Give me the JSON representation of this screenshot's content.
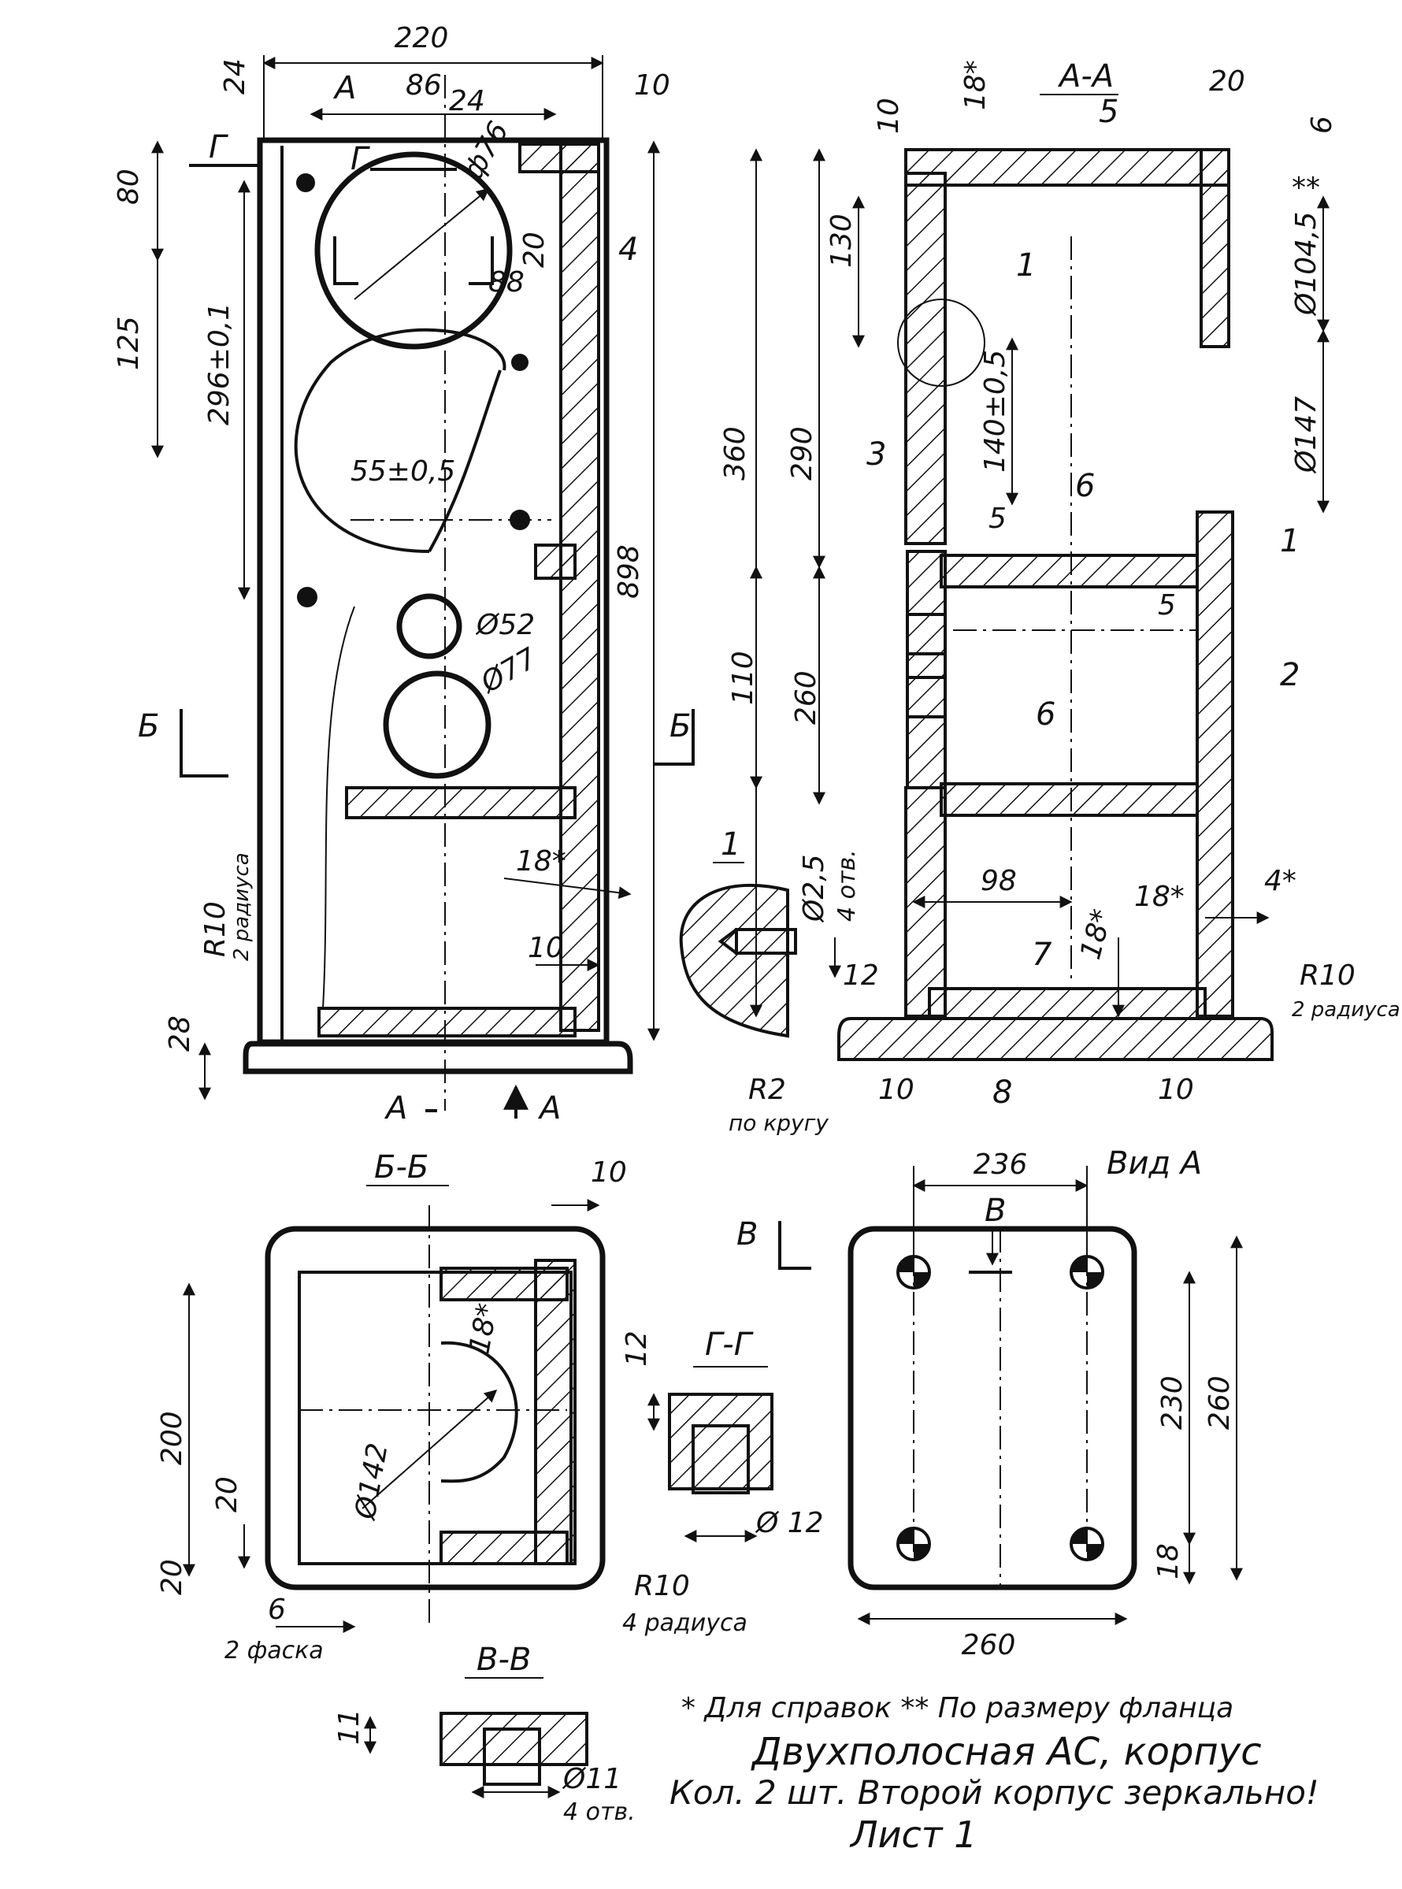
{
  "main_view": {
    "dims": {
      "width_220": "220",
      "top_24": "24",
      "a86": "86",
      "a24": "24",
      "r10": "10",
      "v80": "80",
      "v125": "125",
      "v296": "296±0,1",
      "v898": "898",
      "v28": "28",
      "d76": "ф76",
      "d88": "88",
      "v20": "20",
      "d55": "55±0,5",
      "d52": "Ø52",
      "d77": "Ø77",
      "s18": "18*",
      "s10": "10",
      "r10_label": "R10",
      "r10_note": "2 радиуса"
    },
    "labels": {
      "a_top": "А",
      "g_left": "Г",
      "g_right": "Г",
      "g_small": "Г",
      "b_left": "Б",
      "b_right": "Б",
      "a_bottom_left": "А",
      "a_bottom_right": "А",
      "part4": "4"
    }
  },
  "section_aa": {
    "title": "А-А",
    "dims": {
      "s18": "18*",
      "v10": "10",
      "h20": "20",
      "v6": "6",
      "v130": "130",
      "v360": "360",
      "v290": "290",
      "v140": "140±0,5",
      "v110": "110",
      "v260": "260",
      "d104": "Ø104,5",
      "d147": "Ø147",
      "star2": "**",
      "h5a": "5",
      "h5b": "5",
      "h98": "98",
      "s18b": "18*",
      "s4": "4*",
      "s18c": "18*",
      "h10a": "10",
      "h10b": "10",
      "r2": "R2",
      "r2_note": "по кругу",
      "r10": "R10",
      "r10_note": "2 радиуса"
    },
    "parts": {
      "p1a": "1",
      "p1b": "1",
      "p2": "2",
      "p3": "3",
      "p5": "5",
      "p6a": "6",
      "p6b": "6",
      "p7": "7",
      "p8": "8"
    }
  },
  "detail_1": {
    "title": "1",
    "dims": {
      "d25": "Ø2,5",
      "holes": "4 отв.",
      "v12": "12"
    }
  },
  "section_bb": {
    "title": "Б-Б",
    "dims": {
      "h10": "10",
      "v200": "200",
      "v20a": "20",
      "v20b": "20",
      "s18": "18*",
      "d142": "Ø142",
      "h6": "6",
      "chamfer": "2 фаска",
      "r10": "R10",
      "r10_note": "4 радиуса"
    }
  },
  "section_gg": {
    "title": "Г-Г",
    "dims": {
      "v12": "12",
      "d12": "Ø 12"
    }
  },
  "section_vv": {
    "title": "В-В",
    "dims": {
      "v11": "11",
      "d11": "Ø11",
      "holes": "4 отв."
    }
  },
  "view_a": {
    "title": "Вид А",
    "dims": {
      "h236": "236",
      "h260": "260",
      "v230": "230",
      "v260": "260",
      "v18": "18"
    },
    "labels": {
      "b_arrow": "В",
      "b_left": "В"
    }
  },
  "notes": {
    "ref": "* Для справок ** По размеру фланца",
    "title": "Двухполосная АС, корпус",
    "qty": "Кол. 2 шт. Второй корпус зеркально!",
    "sheet": "Лист 1"
  }
}
